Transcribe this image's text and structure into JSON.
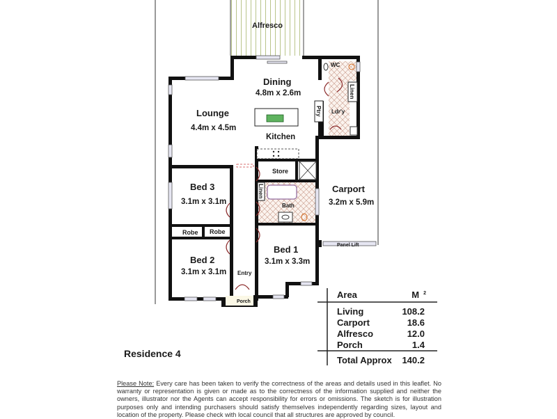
{
  "plan": {
    "title": "Residence 4",
    "rooms": {
      "alfresco": {
        "name": "Alfresco"
      },
      "dining": {
        "name": "Dining",
        "size": "4.8m x 2.6m"
      },
      "lounge": {
        "name": "Lounge",
        "size": "4.4m x 4.5m"
      },
      "kitchen": {
        "name": "Kitchen"
      },
      "wc": {
        "name": "WC"
      },
      "linen_top": {
        "name": "Linen"
      },
      "ptry": {
        "name": "Ptry"
      },
      "laundry": {
        "name": "Ldr'y"
      },
      "store": {
        "name": "Store"
      },
      "linen_bath": {
        "name": "Linen"
      },
      "bath": {
        "name": "Bath"
      },
      "carport": {
        "name": "Carport",
        "size": "3.2m x 5.9m"
      },
      "panel_lift": {
        "name": "Panel Lift"
      },
      "bed3": {
        "name": "Bed 3",
        "size": "3.1m x 3.1m"
      },
      "robe1": {
        "name": "Robe"
      },
      "robe2": {
        "name": "Robe"
      },
      "bed2": {
        "name": "Bed 2",
        "size": "3.1m x 3.1m"
      },
      "entry": {
        "name": "Entry"
      },
      "porch": {
        "name": "Porch"
      },
      "bed1": {
        "name": "Bed 1",
        "size": "3.1m x 3.3m"
      }
    }
  },
  "area_table": {
    "header": {
      "label": "Area",
      "unit": "M",
      "unit_sup": "2"
    },
    "rows": [
      {
        "label": "Living",
        "value": "108.2"
      },
      {
        "label": "Carport",
        "value": "18.6"
      },
      {
        "label": "Alfresco",
        "value": "12.0"
      },
      {
        "label": "Porch",
        "value": "1.4"
      }
    ],
    "total": {
      "label": "Total Approx",
      "value": "140.2"
    }
  },
  "note": {
    "heading": "Please Note:",
    "text": " Every care has been taken to verify the correctness of the areas and details used in this leaflet. No warranty or representation is given or made as to the correctness of the information supplied and neither the owners, illustrator nor the Agents can accept responsibility for errors or omissions. The sketch is for illustration purposes only and intending purchasers should satisfy themselves independently regarding sizes, layout and location of the property. Please check with local council that all structures are approved by council."
  }
}
